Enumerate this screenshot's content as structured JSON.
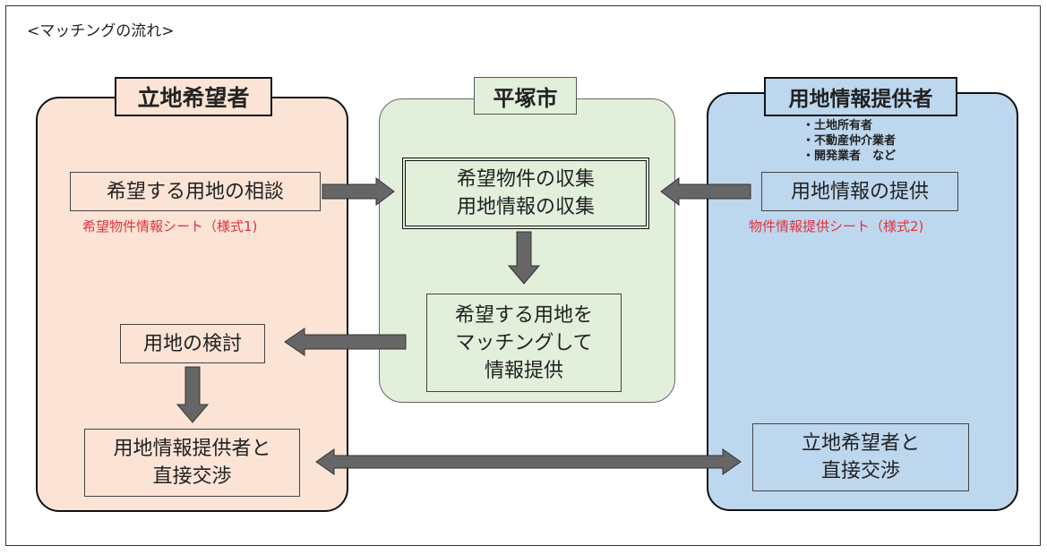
{
  "title": "<マッチングの流れ>",
  "columns": {
    "left": "立地希望者",
    "middle": "平塚市",
    "right": "用地情報提供者"
  },
  "providers": [
    "・土地所有者",
    "・不動産仲介業者",
    "・開発業者　など"
  ],
  "boxes": {
    "consult": "希望する用地の相談",
    "collect_lines": [
      "希望物件の収集",
      "用地情報の収集"
    ],
    "provide": "用地情報の提供",
    "match_lines": [
      "希望する用地を",
      "マッチングして",
      "情報提供"
    ],
    "review": "用地の検討",
    "negotiate_left_lines": [
      "用地情報提供者と",
      "直接交渉"
    ],
    "negotiate_right_lines": [
      "立地希望者と",
      "直接交渉"
    ]
  },
  "notes": {
    "sheet1": "希望物件情報シート（様式1)",
    "sheet2": "物件情報提供シート（様式2)"
  },
  "colors": {
    "peach": "#fbe4d6",
    "green": "#e2efda",
    "blue": "#bdd7ee",
    "arrow": "#666666",
    "note_red": "#e0323c"
  }
}
